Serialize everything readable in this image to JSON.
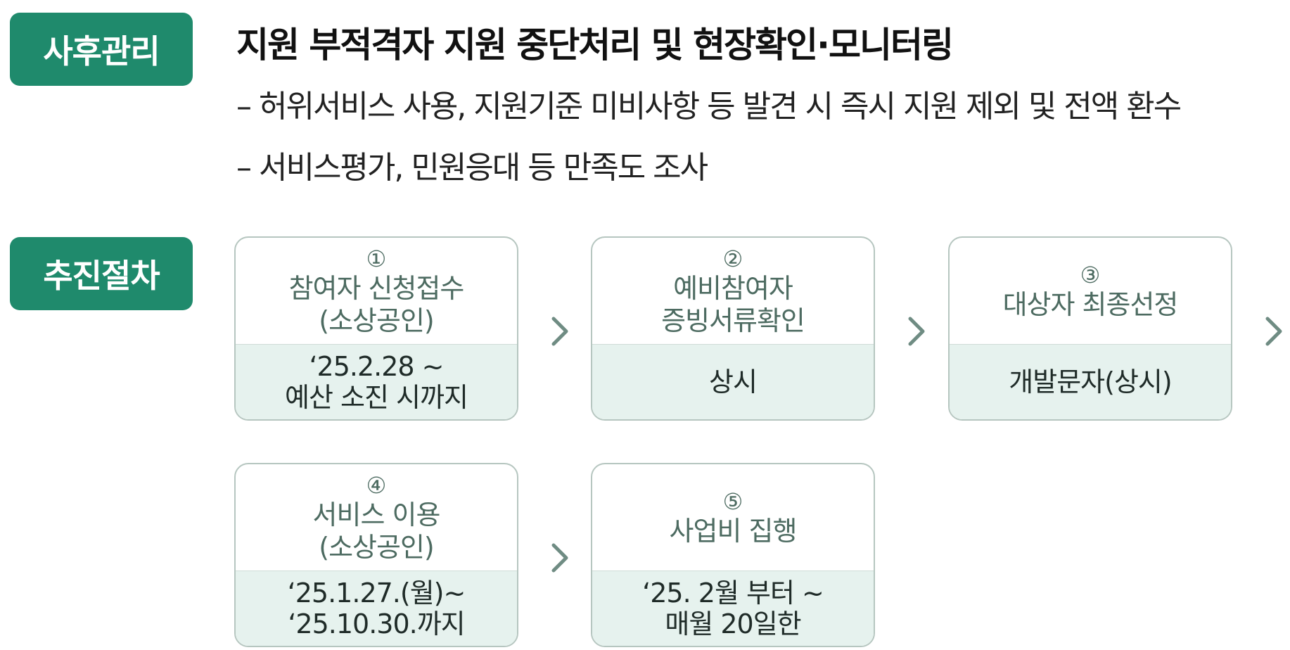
{
  "followup": {
    "badge": "사후관리",
    "title": "지원 부적격자 지원 중단처리 및 현장확인·모니터링",
    "bullets": [
      "– 허위서비스 사용, 지원기준 미비사항 등 발견 시 즉시 지원 제외 및 전액 환수",
      "– 서비스평가, 민원응대 등 만족도 조사"
    ]
  },
  "procedure": {
    "badge": "추진절차",
    "steps": [
      {
        "num": "①",
        "title_lines": [
          "참여자 신청접수",
          "(소상공인)"
        ],
        "detail_lines": [
          "‘25.2.28 ~",
          "예산 소진 시까지"
        ]
      },
      {
        "num": "②",
        "title_lines": [
          "예비참여자",
          "증빙서류확인"
        ],
        "detail_lines": [
          "상시"
        ]
      },
      {
        "num": "③",
        "title_lines": [
          "대상자 최종선정"
        ],
        "detail_lines": [
          "개발문자(상시)"
        ]
      },
      {
        "num": "④",
        "title_lines": [
          "서비스 이용",
          "(소상공인)"
        ],
        "detail_lines": [
          "‘25.1.27.(월)~",
          "‘25.10.30.까지"
        ]
      },
      {
        "num": "⑤",
        "title_lines": [
          "사업비 집행"
        ],
        "detail_lines": [
          "‘25. 2월 부터 ~",
          "매월 20일한"
        ]
      }
    ]
  },
  "colors": {
    "badge_bg": "#1f8a6c",
    "step_border": "#b6c6c0",
    "step_detail_bg": "#e6f2ee",
    "step_title_text": "#4d6b61",
    "arrow": "#6f8c83"
  }
}
